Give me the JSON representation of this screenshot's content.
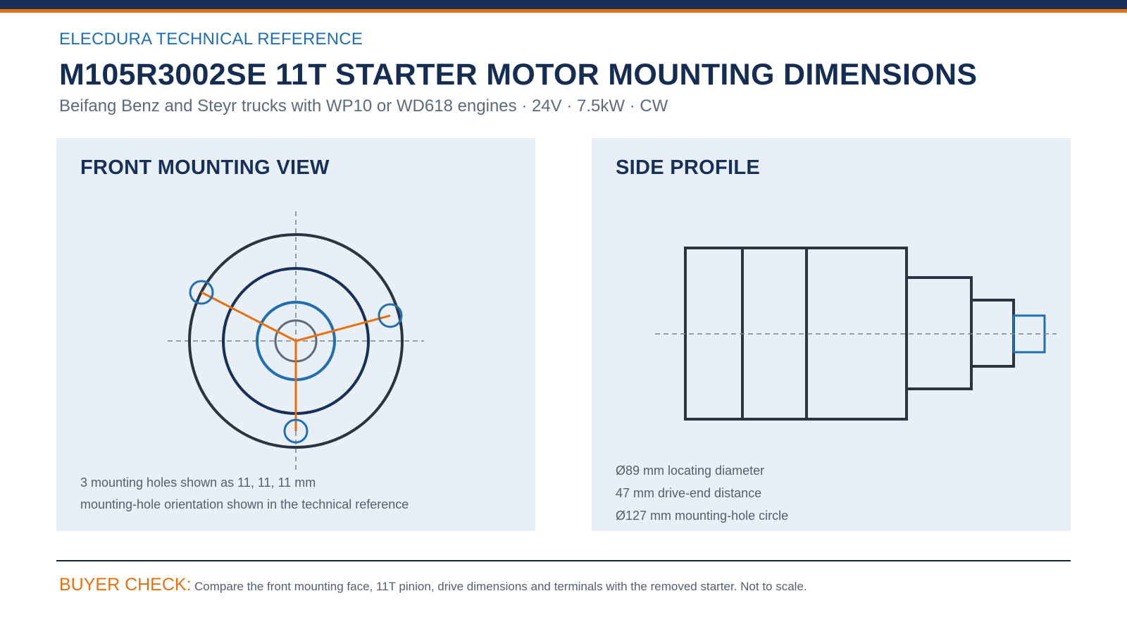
{
  "header": {
    "brand": "ELECDURA TECHNICAL REFERENCE",
    "title": "M105R3002SE 11T STARTER MOTOR MOUNTING DIMENSIONS",
    "subtitle": "Beifang Benz and Steyr trucks with WP10 or WD618 engines · 24V · 7.5kW · CW"
  },
  "front_view": {
    "title": "FRONT MOUNTING VIEW",
    "notes": [
      "3 mounting holes shown as 11, 11, 11 mm",
      "mounting-hole orientation shown in the technical reference"
    ]
  },
  "side_view": {
    "title": "SIDE PROFILE",
    "notes": [
      "Ø89 mm locating diameter",
      "47 mm drive-end distance",
      "Ø127 mm mounting-hole circle"
    ]
  },
  "footer": {
    "label": "BUYER CHECK:",
    "text": "Compare the front mounting face, 11T pinion, drive dimensions and terminals with the removed starter. Not to scale."
  },
  "colors": {
    "navy": "#16305a",
    "accent_orange": "#e8700f",
    "blue": "#1f6fb2",
    "outline": "#2b3340",
    "panel_bg": "#e8eff6"
  }
}
